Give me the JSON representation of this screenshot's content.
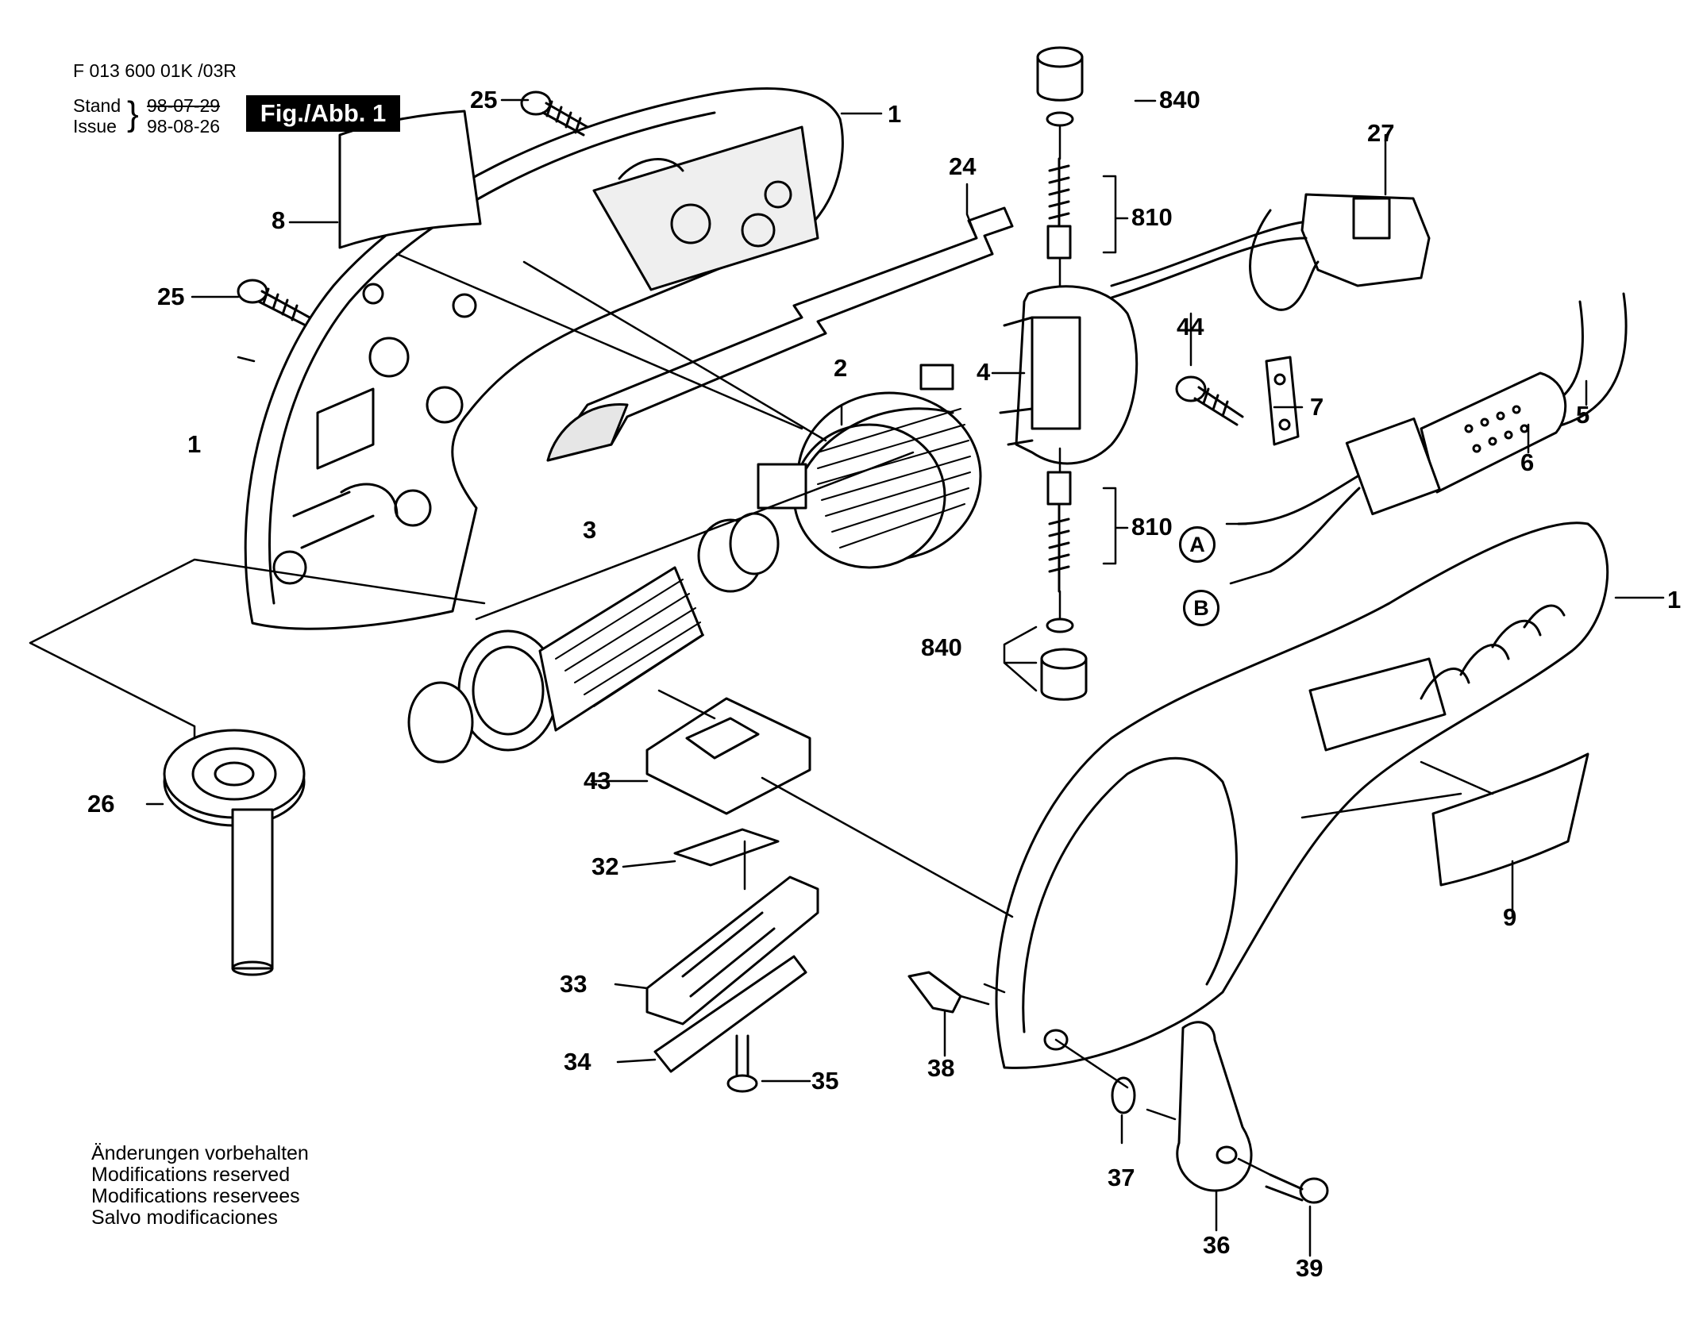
{
  "header": {
    "doc_code": "F 013 600 01K /03R",
    "stand_label": "Stand",
    "stand_date": "98-07-29",
    "issue_label": "Issue",
    "issue_date": "98-08-26",
    "figure_badge": "Fig./Abb. 1"
  },
  "part_labels": {
    "p1a": "1",
    "p1b": "1",
    "p1c": "1",
    "p2": "2",
    "p3": "3",
    "p4": "4",
    "p5": "5",
    "p6": "6",
    "p7": "7",
    "p8": "8",
    "p9": "9",
    "p24": "24",
    "p25a": "25",
    "p25b": "25",
    "p26": "26",
    "p27": "27",
    "p32": "32",
    "p33": "33",
    "p34": "34",
    "p35": "35",
    "p36": "36",
    "p37": "37",
    "p38": "38",
    "p39": "39",
    "p43": "43",
    "p44": "44",
    "p810a": "810",
    "p810b": "810",
    "p840a": "840",
    "p840b": "840"
  },
  "wire_markers": {
    "a": "A",
    "b": "B"
  },
  "notes": [
    "Änderungen vorbehalten",
    "Modifications reserved",
    "Modifications reservees",
    "Salvo modificaciones"
  ],
  "colors": {
    "ink": "#000000",
    "paper": "#ffffff",
    "shade": "#d8d8d8"
  }
}
